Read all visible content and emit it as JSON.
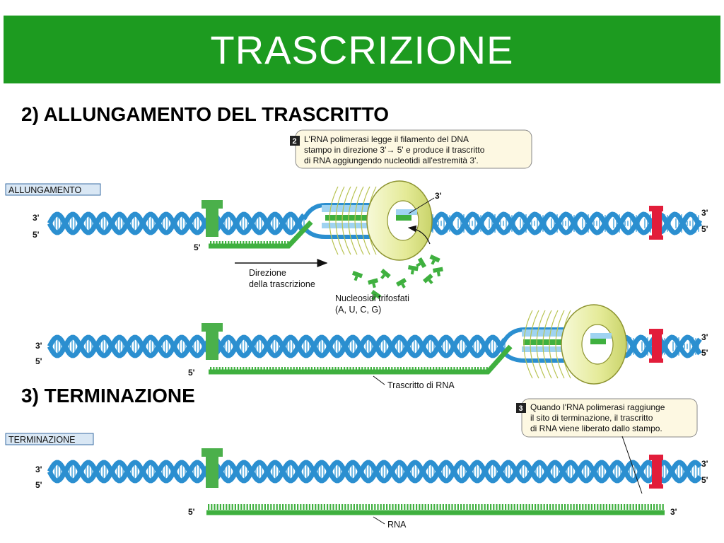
{
  "title": "TRASCRIZIONE",
  "heading_elongation": "2) ALLUNGAMENTO DEL TRASCRITTO",
  "heading_termination": "3) TERMINAZIONE",
  "colors": {
    "title_bg": "#1d9b20",
    "dna_blue": "#2b8fd0",
    "dna_light": "#9fd3f1",
    "rna_green": "#3fb03f",
    "promoter_green": "#4bb04b",
    "terminator_red": "#e21d3a",
    "polymerase_yellow": "#eef2b0"
  },
  "panel_elongation": {
    "box_label": "ALLUNGAMENTO",
    "callout_number": "2",
    "callout_lines": [
      "L'RNA polimerasi legge il filamento del DNA",
      "stampo in direzione 3'→ 5' e produce il trascritto",
      "di RNA aggiungendo nucleotidi all'estremità 3'."
    ],
    "left_top": "3'",
    "left_bottom": "5'",
    "right_top": "3'",
    "right_bottom": "5'",
    "rna_five_prime": "5'",
    "rna_three_prime": "3'",
    "direction_label_lines": [
      "Direzione",
      "della trascrizione"
    ],
    "nucleosides_label_lines": [
      "Nucleosidi trifosfati",
      "(A, U, C, G)"
    ],
    "second_left_top": "3'",
    "second_left_bottom": "5'",
    "second_right_top": "3'",
    "second_right_bottom": "5'",
    "second_rna_five_prime": "5'",
    "rna_transcript_label": "Trascritto di RNA"
  },
  "panel_termination": {
    "box_label": "TERMINAZIONE",
    "callout_number": "3",
    "callout_lines": [
      "Quando l'RNA polimerasi raggiunge",
      "il sito di terminazione, il trascritto",
      "di RNA viene liberato dallo stampo."
    ],
    "left_top": "3'",
    "left_bottom": "5'",
    "right_top": "3'",
    "right_bottom": "5'",
    "rna_five_prime": "5'",
    "rna_three_prime": "3'",
    "rna_label": "RNA"
  }
}
